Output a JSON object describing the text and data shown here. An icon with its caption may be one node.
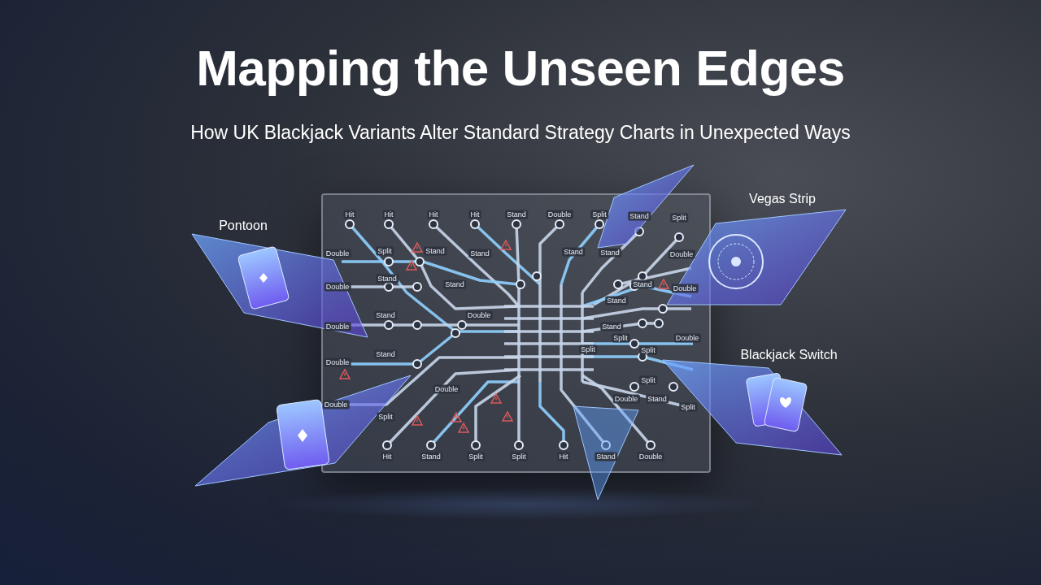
{
  "diagram": {
    "title": "Mapping the Unseen Edges",
    "labels": [
      "How UK Blackjack Variants Alter Standard Strategy Charts in Unexpected Ways",
      "Pontoon",
      "Vegas Strip",
      "Blackjack Switch",
      "Hit",
      "Hit",
      "Hit",
      "Hit",
      "Stand",
      "Double",
      "Split",
      "Stand",
      "Split",
      "Double",
      "Split",
      "Stand",
      "Stand",
      "Stand",
      "Stand",
      "Double",
      "Double",
      "Stand",
      "Stand",
      "Stand",
      "Double",
      "Stand",
      "Stand",
      "Double",
      "Double",
      "Stand",
      "Split",
      "Split",
      "Split",
      "Double",
      "Double",
      "Stand",
      "Double",
      "Split",
      "Double",
      "Double",
      "Stand",
      "Split",
      "Split",
      "Hit",
      "Stand",
      "Split",
      "Split",
      "Hit",
      "Stand",
      "Double"
    ]
  }
}
